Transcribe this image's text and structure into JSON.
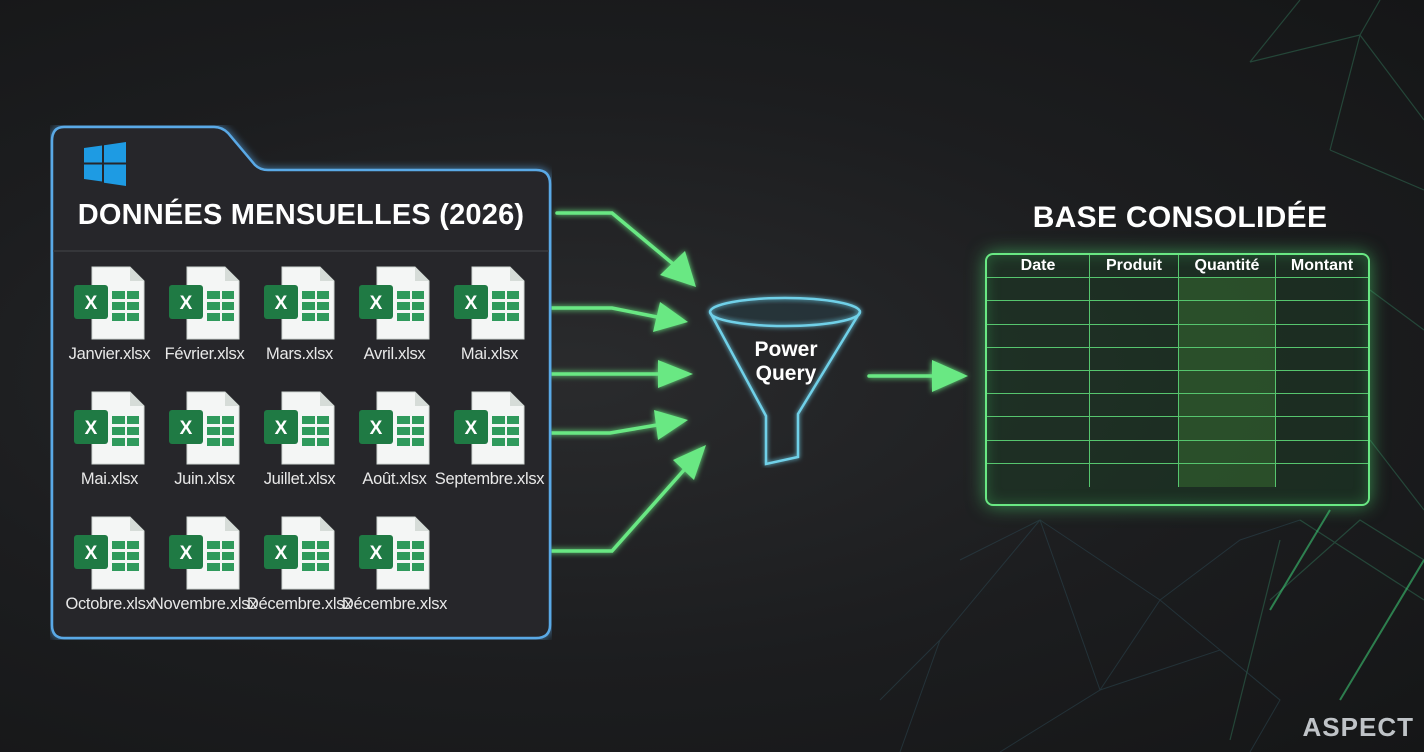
{
  "folder": {
    "title": "DONNÉES MENSUELLES (2026)",
    "logo_icon": "windows-logo-icon",
    "files": [
      "Janvier.xlsx",
      "Février.xlsx",
      "Mars.xlsx",
      "Avril.xlsx",
      "Mai.xlsx",
      "Mai.xlsx",
      "Juin.xlsx",
      "Juillet.xlsx",
      "Août.xlsx",
      "Septembre.xlsx",
      "Octobre.xlsx",
      "Novembre.xlsx",
      "Décembre.xlsx",
      "Décembre.xlsx"
    ],
    "file_icon": "excel-file-icon",
    "file_icon_letter": "X"
  },
  "funnel": {
    "icon": "funnel-icon",
    "line1": "Power",
    "line2": "Query"
  },
  "table": {
    "title": "BASE CONSOLIDÉE",
    "columns": [
      "Date",
      "Produit",
      "Quantité",
      "Montant"
    ],
    "empty_rows": 9
  },
  "brand": "ASPECT",
  "colors": {
    "background": "#1c1d1f",
    "folder_border": "#5aa9e6",
    "accent_green": "#69e883",
    "excel_green": "#1f7a44"
  }
}
